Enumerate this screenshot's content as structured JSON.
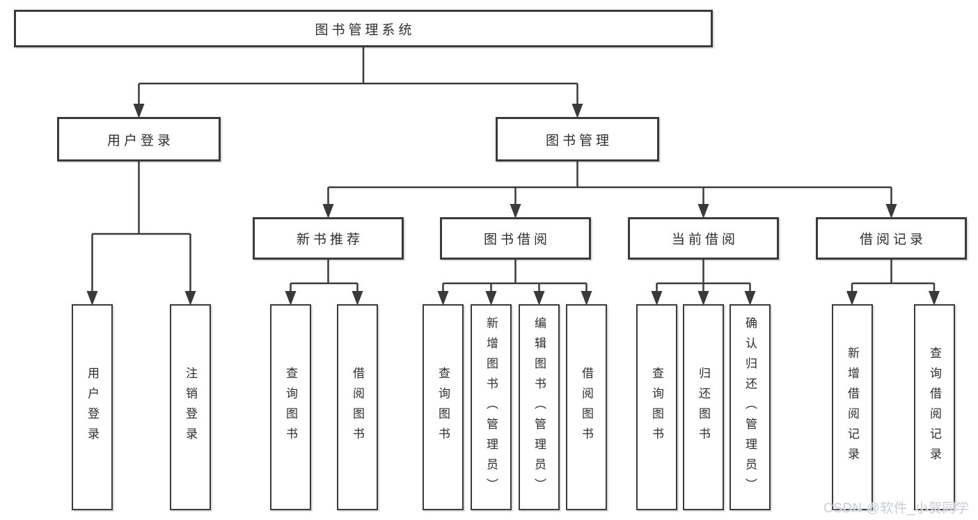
{
  "diagram": {
    "root": "图书管理系统",
    "level2": [
      "用户登录",
      "图书管理"
    ],
    "level3": [
      "新书推荐",
      "图书借阅",
      "当前借阅",
      "借阅记录"
    ],
    "leaves": {
      "user_login": [
        "用户登录",
        "注销登录"
      ],
      "new_book_recommend": [
        "查询图书",
        "借阅图书"
      ],
      "book_borrow": [
        "查询图书",
        "新增图书（管理员）",
        "编辑图书（管理员）",
        "借阅图书"
      ],
      "current_borrow": [
        "查询图书",
        "归还图书",
        "确认归还（管理员）"
      ],
      "borrow_records": [
        "新增借阅记录",
        "查询借阅记录"
      ]
    }
  },
  "watermark": "CSDN @软件_小贺同学",
  "colors": {
    "line": "#3a3a3a",
    "box_border": "#3a3a3a",
    "box_fill": "#ffffff",
    "text": "#2d2d2d",
    "background": "#ffffff",
    "watermark": "#c9cdd6"
  }
}
